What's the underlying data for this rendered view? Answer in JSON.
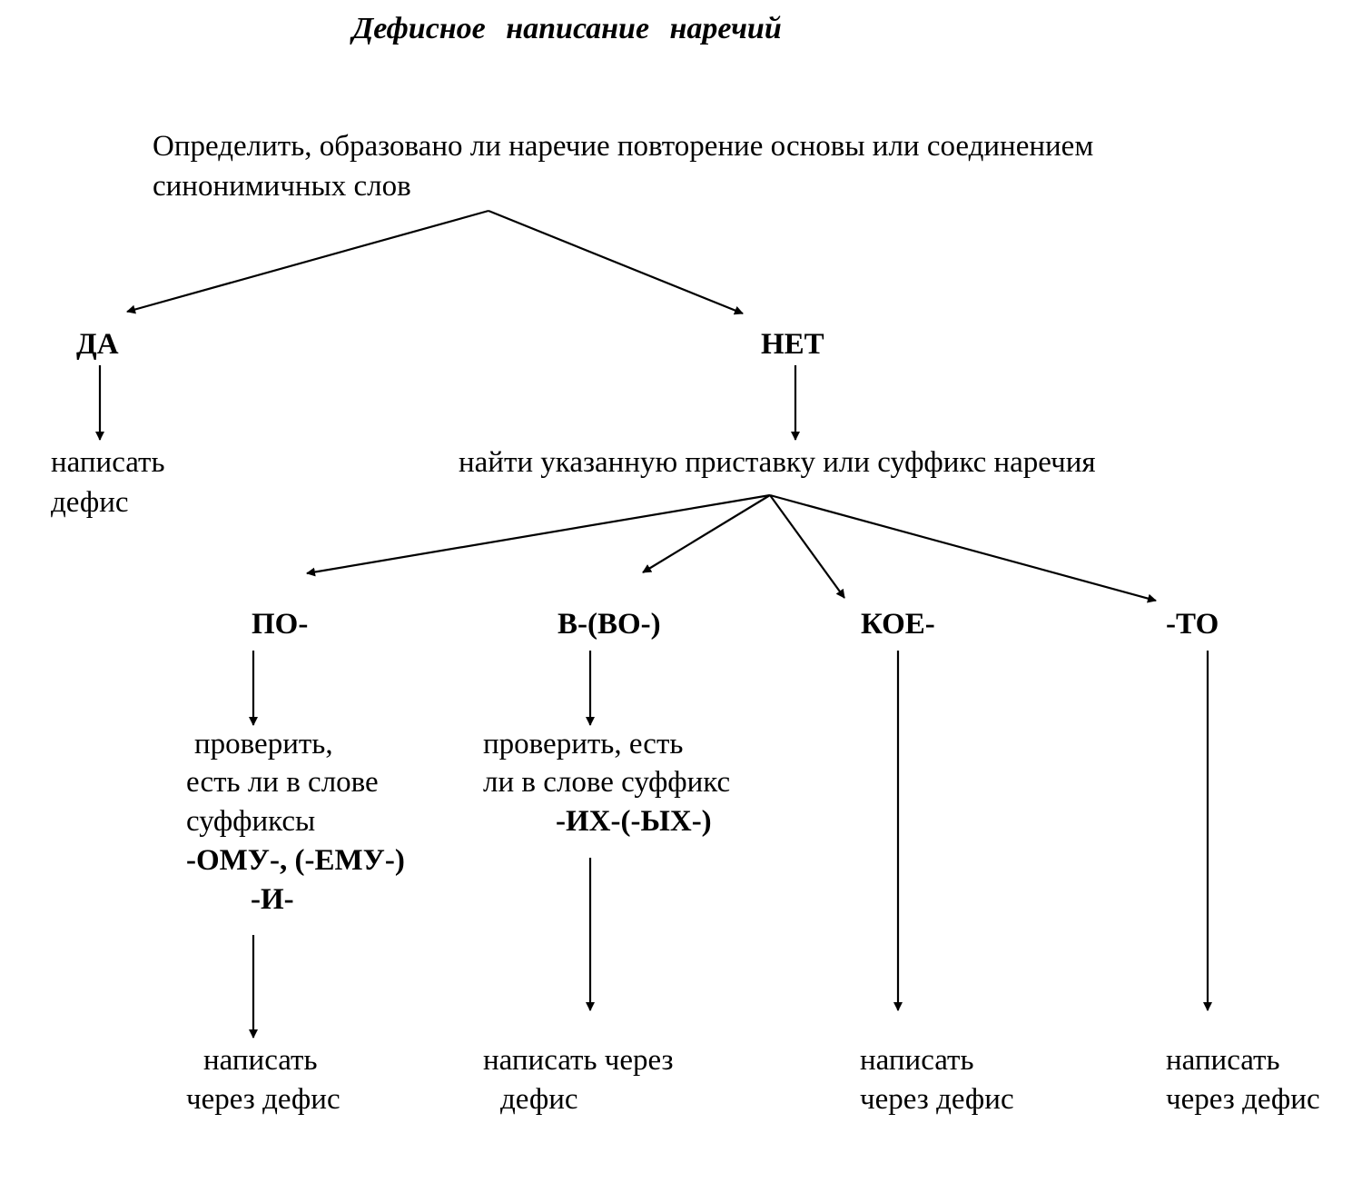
{
  "title": "Дефисное написание наречий",
  "question": {
    "line1": "Определить, образовано ли наречие повторение основы или соединением",
    "line2": "синонимичных слов"
  },
  "yes": {
    "label": "ДА",
    "result_line1": "написать",
    "result_line2": "дефис"
  },
  "no": {
    "label": "НЕТ",
    "action": "найти указанную приставку или суффикс наречия"
  },
  "branches": {
    "po": {
      "label": "ПО-",
      "check_line1": "проверить,",
      "check_line2": "есть ли в слове",
      "check_line3": "суффиксы",
      "suffix_line1": "-ОМУ-, (-ЕМУ-)",
      "suffix_line2": "-И-",
      "result_line1": "написать",
      "result_line2": "через дефис"
    },
    "v": {
      "label": "В-(ВО-)",
      "check_line1": "проверить, есть",
      "check_line2": "ли в слове суффикс",
      "suffix": "-ИХ-(-ЫХ-)",
      "result_line1": "написать через",
      "result_line2": "дефис"
    },
    "koe": {
      "label": "КОЕ-",
      "result_line1": "написать",
      "result_line2": "через дефис"
    },
    "to": {
      "label": "-ТО",
      "result_line1": "написать",
      "result_line2": "через дефис"
    }
  },
  "colors": {
    "ink": "#000000",
    "paper": "#ffffff"
  }
}
